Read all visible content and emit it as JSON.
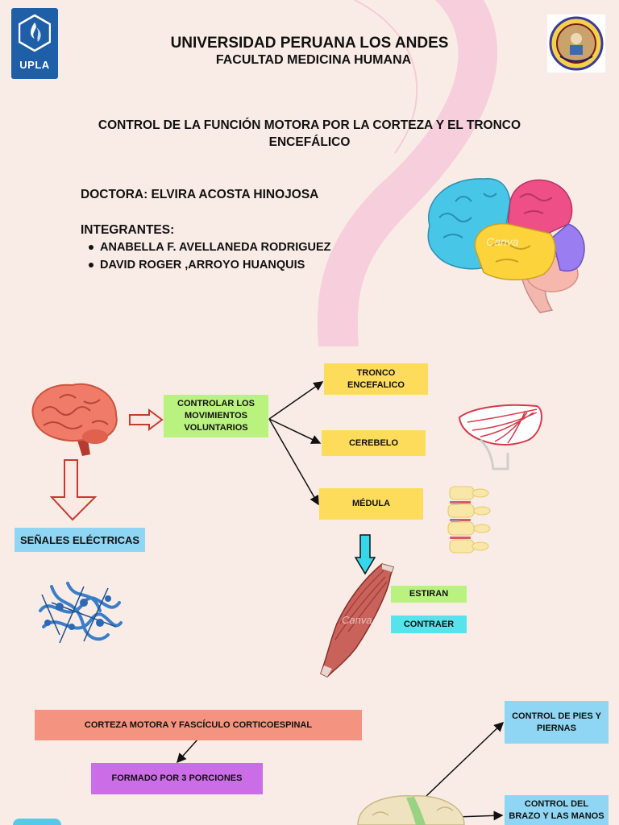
{
  "header": {
    "logo_text": "UPLA",
    "university": "UNIVERSIDAD PERUANA LOS ANDES",
    "faculty": "FACULTAD MEDICINA HUMANA"
  },
  "title": "CONTROL DE LA FUNCIÓN  MOTORA POR LA CORTEZA Y EL TRONCO ENCEFÁLICO",
  "doctor": "DOCTORA: ELVIRA  ACOSTA HINOJOSA",
  "members_label": "INTEGRANTES:",
  "members": [
    "ANABELLA F. AVELLANEDA RODRIGUEZ",
    "DAVID ROGER ,ARROYO HUANQUIS"
  ],
  "diagram": {
    "controlar": "CONTROLAR LOS MOVIMIENTOS VOLUNTARIOS",
    "tronco": "TRONCO ENCEFALICO",
    "cerebelo": "CEREBELO",
    "medula": "MÉDULA",
    "senales": "SEÑALES ELÉCTRICAS",
    "estiran": "ESTIRAN",
    "contraer": "CONTRAER",
    "corteza": "CORTEZA MOTORA Y FASCÍCULO CORTICOESPINAL",
    "formado": "FORMADO POR 3 PORCIONES",
    "pies": "CONTROL DE PIES Y PIERNAS",
    "brazo": "CONTROL DEL BRAZO Y LAS MANOS"
  },
  "watermark": "Canva",
  "colors": {
    "background": "#f9ece6",
    "ribbon": "#f7c9d9",
    "green": "#b9f27f",
    "yellow": "#fddc5c",
    "blue": "#8fd6f4",
    "cyan": "#56e3ec",
    "salmon": "#f4937f",
    "purple": "#cc6de8",
    "logo_blue": "#1f5fa8"
  },
  "icons": [
    "brain-icon",
    "colorful-brain-icon",
    "cerebellum-icon",
    "spine-icon",
    "neuron-network-icon",
    "muscle-icon",
    "arrow-right-icon",
    "arrow-down-icon",
    "seal-icon"
  ]
}
